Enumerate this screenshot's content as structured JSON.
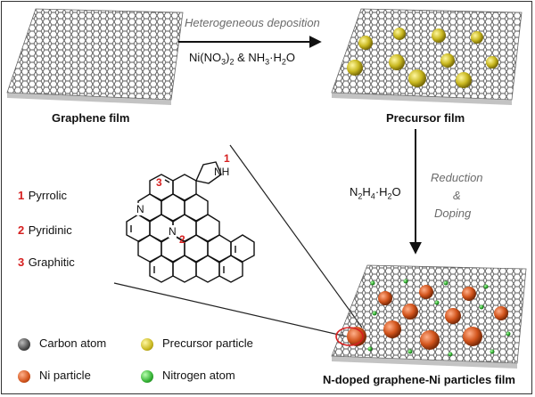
{
  "top": {
    "left_caption": "Graphene film",
    "right_caption": "Precursor film",
    "arrow_label": "Heterogeneous deposition",
    "reagent_a": "Ni(NO",
    "reagent_a_sub": "3",
    "reagent_a_close": ")",
    "reagent_a_sub2": "2",
    "reagent_amp": " & NH",
    "reagent_b_sub": "3",
    "reagent_b_tail": "·H",
    "reagent_b_sub2": "2",
    "reagent_b_end": "O"
  },
  "right": {
    "reagent_main": "N",
    "reagent_sub1": "2",
    "reagent_mid": "H",
    "reagent_sub2": "4",
    "reagent_tail": "·H",
    "reagent_sub3": "2",
    "reagent_end": "O",
    "step1": "Reduction",
    "step2": "&",
    "step3": "Doping"
  },
  "nitrogen_types": [
    {
      "num": "1",
      "label": "Pyrrolic"
    },
    {
      "num": "2",
      "label": "Pyridinic"
    },
    {
      "num": "3",
      "label": "Graphitic"
    }
  ],
  "molecule": {
    "n_label": "N",
    "nh_label": "NH",
    "num1": "1",
    "num2": "2",
    "num3": "3"
  },
  "legend": [
    {
      "label": "Carbon atom",
      "color": "#4a4a4a"
    },
    {
      "label": "Precursor particle",
      "color": "#c9b820"
    },
    {
      "label": "Ni particle",
      "color": "#d2541c"
    },
    {
      "label": "Nitrogen atom",
      "color": "#33b033"
    }
  ],
  "bottom_caption": "N-doped graphene-Ni particles film"
}
